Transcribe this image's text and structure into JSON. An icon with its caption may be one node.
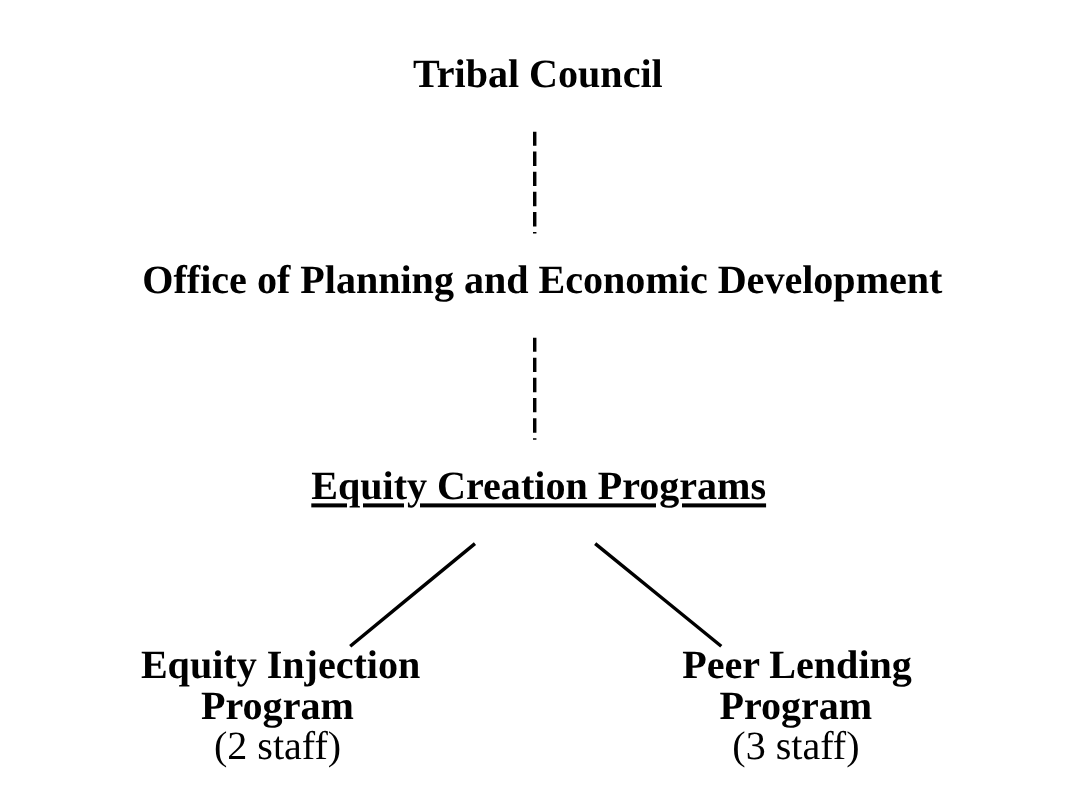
{
  "diagram": {
    "nodes": [
      {
        "text": [
          "Tribal Council"
        ]
      },
      {
        "text": [
          "Office of Planning and Economic Development"
        ]
      },
      {
        "text": [
          "Equity Creation Programs"
        ]
      },
      {
        "text": [
          "Equity Injection Program",
          "(2 staff)"
        ]
      },
      {
        "text": [
          "Peer Lending Program",
          "(3 staff)"
        ]
      }
    ],
    "edges": [
      {
        "from": 0,
        "to": 1,
        "arrow": "none",
        "style": "dashed"
      },
      {
        "from": 1,
        "to": 2,
        "arrow": "none",
        "style": "dashed"
      },
      {
        "from": 2,
        "to": 3,
        "arrow": "none"
      },
      {
        "from": 2,
        "to": 4,
        "arrow": "none"
      }
    ]
  }
}
